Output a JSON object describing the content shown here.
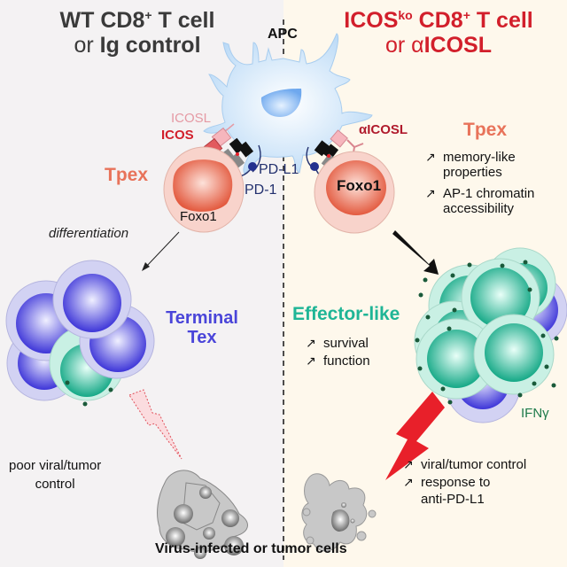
{
  "panels": {
    "left": {
      "title_line1": "WT CD8",
      "title_sup": "+",
      "title_line1_tail": " T cell",
      "title_line2_prefix": "or ",
      "title_line2_bold": "Ig control",
      "background": "#f4f2f3"
    },
    "right": {
      "title_prefix": "ICOS",
      "title_sup_ko": "ko",
      "title_mid": " CD8",
      "title_sup": "+",
      "title_tail": " T cell",
      "title_line2_prefix": "or ",
      "title_line2_alpha": "α",
      "title_line2_bold": "ICOSL",
      "background": "#fef8ec"
    }
  },
  "labels": {
    "apc": "APC",
    "icosl": "ICOSL",
    "icos": "ICOS",
    "alpha_icosl": "αICOSL",
    "pd_l1": "PD-L1",
    "pd_1": "PD-1",
    "tpex_left": "Tpex",
    "tpex_right": "Tpex",
    "foxo1_left": "Foxo1",
    "foxo1_right": "Foxo1",
    "differentiation": "differentiation",
    "terminal_tex": "Terminal Tex",
    "effector_like": "Effector-like",
    "ifn_gamma": "IFNγ",
    "bottom_caption": "Virus-infected or tumor cells"
  },
  "lists": {
    "up_arrow": "↗",
    "tpex_right_effects": [
      {
        "line1": "memory-like",
        "line2": "properties"
      },
      {
        "line1": "AP-1 chromatin",
        "line2": "accessibility"
      }
    ],
    "effector_effects": [
      "survival",
      "function"
    ],
    "control_effects": [
      {
        "line1": "viral/tumor control",
        "line2": ""
      },
      {
        "line1": "response to",
        "line2": "anti-PD-L1"
      }
    ],
    "poor_control": {
      "line1": "poor viral/tumor",
      "line2": "control"
    }
  },
  "colors": {
    "apc_fill": "#cfe6fb",
    "icos_red": "#d21f2b",
    "icosl_pink": "#e59aa4",
    "pd_navy": "#22306e",
    "tpex_orange": "#e8735a",
    "terminal_purple": "#4a45d9",
    "effector_teal": "#1fb596",
    "ifn_green": "#1d7a4a",
    "lightning_red": "#e8202a"
  }
}
